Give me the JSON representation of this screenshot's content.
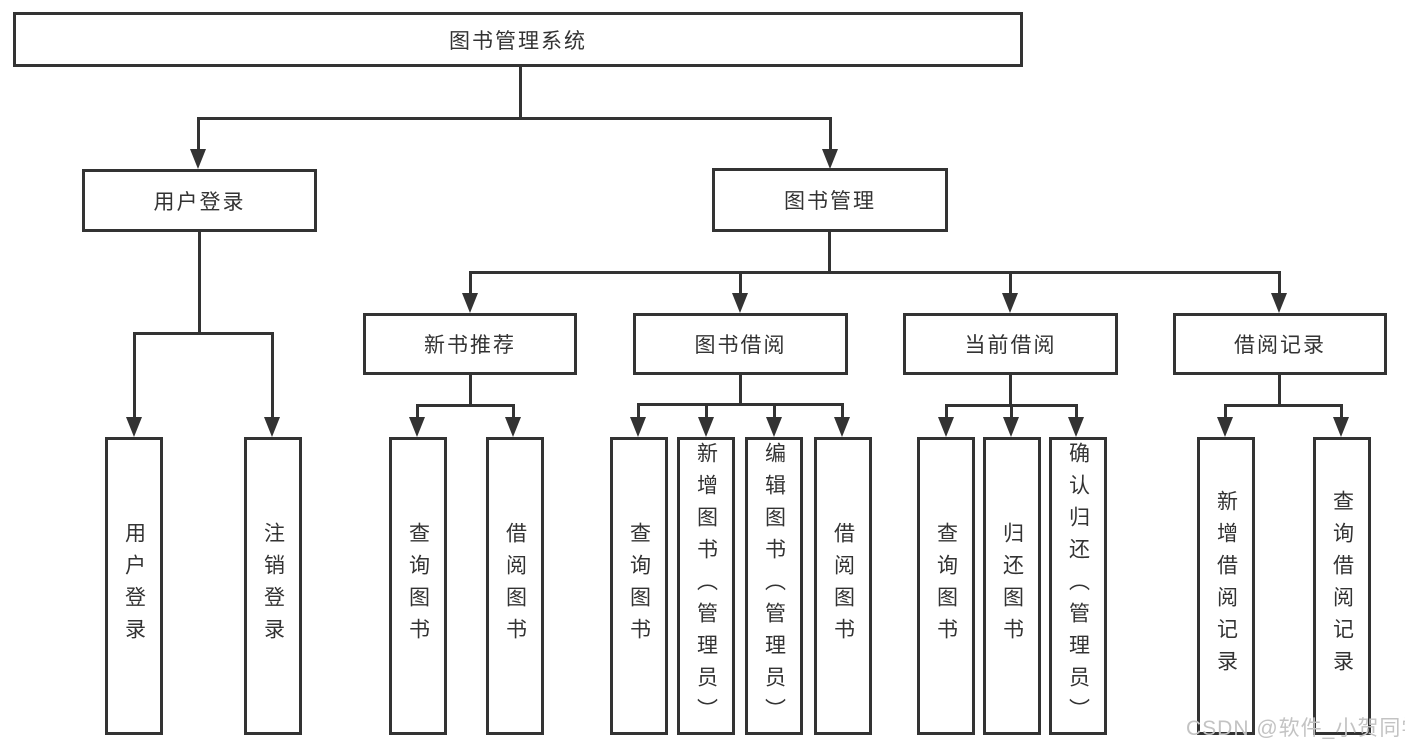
{
  "tree": {
    "root": {
      "label": "图书管理系统",
      "children": [
        {
          "label": "用户登录",
          "children": [
            {
              "label": "用户登录"
            },
            {
              "label": "注销登录"
            }
          ]
        },
        {
          "label": "图书管理",
          "children": [
            {
              "label": "新书推荐",
              "children": [
                {
                  "label": "查询图书"
                },
                {
                  "label": "借阅图书"
                }
              ]
            },
            {
              "label": "图书借阅",
              "children": [
                {
                  "label": "查询图书"
                },
                {
                  "label": "新增图书（管理员）"
                },
                {
                  "label": "编辑图书（管理员）"
                },
                {
                  "label": "借阅图书"
                }
              ]
            },
            {
              "label": "当前借阅",
              "children": [
                {
                  "label": "查询图书"
                },
                {
                  "label": "归还图书"
                },
                {
                  "label": "确认归还（管理员）"
                }
              ]
            },
            {
              "label": "借阅记录",
              "children": [
                {
                  "label": "新增借阅记录"
                },
                {
                  "label": "查询借阅记录"
                }
              ]
            }
          ]
        }
      ]
    }
  },
  "watermark": {
    "text": "CSDN @软件_小贺同学"
  },
  "colors": {
    "line": "#333333",
    "text": "#333333",
    "background": "#ffffff",
    "watermark": "#c3c3c3"
  }
}
